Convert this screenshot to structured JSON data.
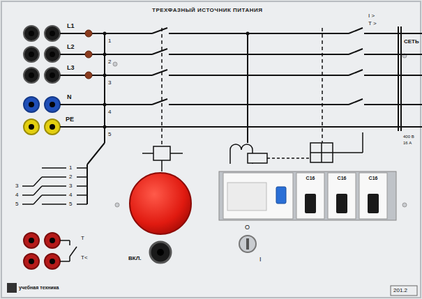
{
  "diagram": {
    "title": "ТРЕХФАЗНЫЙ ИСТОЧНИК ПИТАНИЯ",
    "nodes": [
      {
        "text": [
          "C16"
        ]
      },
      {
        "text": [
          "C16"
        ]
      },
      {
        "text": [
          "C16"
        ]
      }
    ],
    "labels": [
      "L1",
      "L2",
      "L3",
      "N",
      "PE",
      "1",
      "2",
      "3",
      "4",
      "5",
      "1",
      "2",
      "3",
      "4",
      "5",
      "3",
      "4",
      "5",
      "I >",
      "T >",
      "СЕТЬ",
      "400 В",
      "16 А",
      "T",
      "T<",
      "ВКЛ.",
      "O",
      "I",
      "учебная техника",
      "201.2"
    ]
  }
}
